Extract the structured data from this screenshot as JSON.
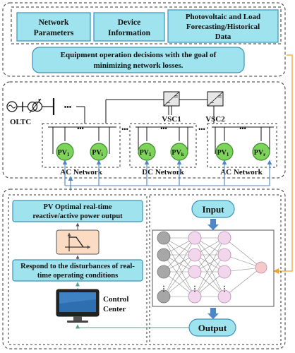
{
  "colors": {
    "box_fill": "#9fe3ee",
    "box_stroke": "#3a93b9",
    "pv_fill": "#7ed45a",
    "pv_stroke": "#3e8e2c",
    "neuron_gray": "#a7a7a7",
    "neuron_pink": "#f2d6ec",
    "neuron_out": "#f6c9c9",
    "arrow_blue": "#4d86c6",
    "feedback_orange": "#f2a12e",
    "connector_teal": "#5b9f8f",
    "filter_box": "#fbdcc3"
  },
  "top_section": {
    "boxes": [
      {
        "line1": "Network",
        "line2": "Parameters"
      },
      {
        "line1": "Device",
        "line2": "Information"
      },
      {
        "line1": "Photovoltaic and Load",
        "line2": "Forecasting/Historical",
        "line3": "Data"
      }
    ],
    "decision": {
      "line1": "Equipment operation decisions with the goal of",
      "line2": "minimizing network losses."
    }
  },
  "grid_section": {
    "oltc_label": "OLTC",
    "vsc1_label": "VSC1",
    "vsc2_label": "VSC2",
    "ellipsis": "•••",
    "networks": [
      {
        "label": "AC Network",
        "pv_left_base": "PV",
        "pv_left_sub": "1",
        "pv_right_base": "PV",
        "pv_right_sub": "i"
      },
      {
        "label": "DC Network",
        "pv_left_base": "PV",
        "pv_left_sub": "1",
        "pv_right_base": "PV",
        "pv_right_sub": "k"
      },
      {
        "label": "AC Network",
        "pv_left_base": "PV",
        "pv_left_sub": "1",
        "pv_right_base": "PV",
        "pv_right_sub": "r"
      }
    ]
  },
  "bottom_section": {
    "pv_output": {
      "line1": "PV Optimal real-time",
      "line2": "reactive/active power output"
    },
    "respond": {
      "line1": "Respond to the disturbances of real-",
      "line2": "time operating conditions"
    },
    "control_center": {
      "line1": "Control",
      "line2": "Center"
    },
    "input_label": "Input",
    "output_label": "Output",
    "ellipsis_vertical": "⋮"
  }
}
